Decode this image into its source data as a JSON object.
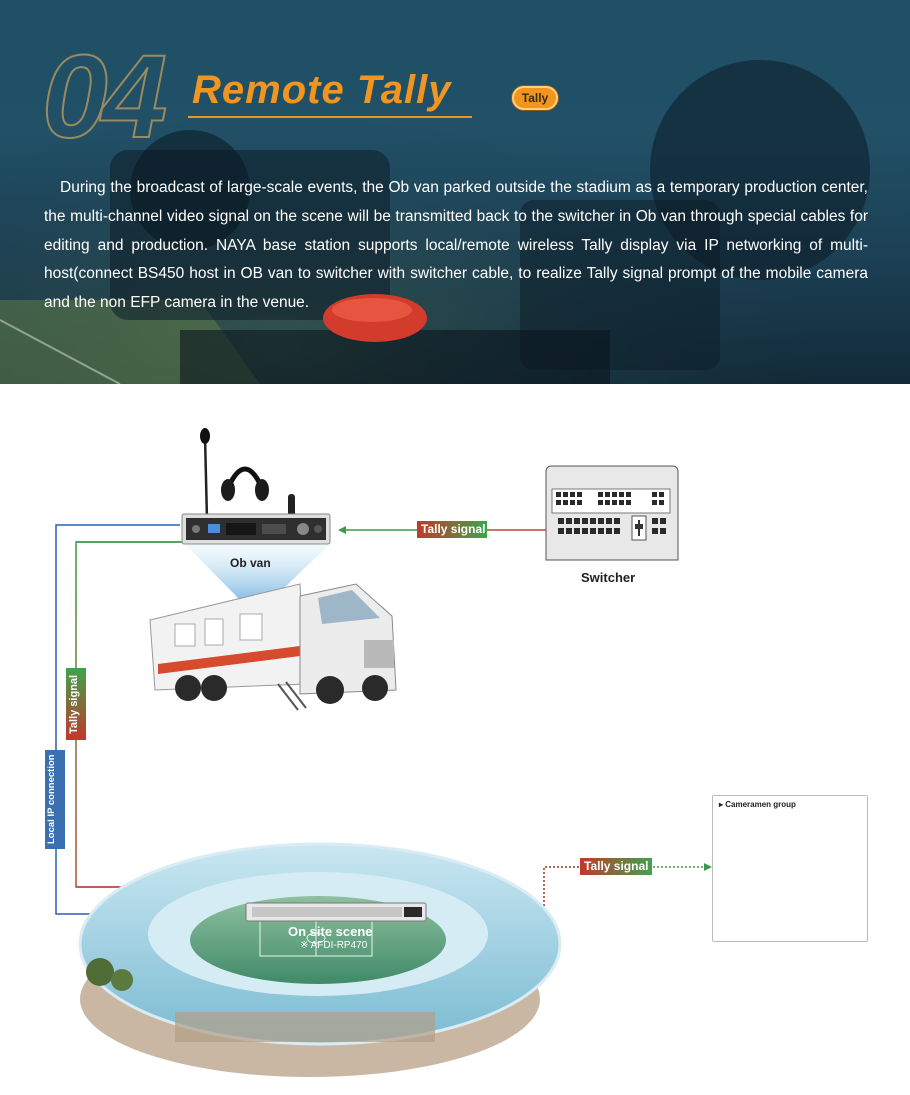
{
  "hero": {
    "number": "04",
    "title": "Remote Tally",
    "badge": "Tally",
    "description": "During the broadcast of large-scale events, the Ob van parked outside the stadium as a temporary production center, the multi-channel video signal on the scene will be transmitted back to the switcher in Ob van through special cables for editing and production. NAYA base station supports local/remote wireless Tally display via IP networking of multi-host(connect BS450 host in OB van to switcher with switcher cable, to  realize Tally signal prompt of the mobile camera and the non EFP camera in the venue."
  },
  "diagram": {
    "ob_van_label": "Ob van",
    "switcher_label": "Switcher",
    "tally_signal_top": "Tally signal",
    "tally_signal_vertical": "Tally signal",
    "local_ip_label": "Local IP connection",
    "tally_signal_right": "Tally signal",
    "onsite_label": "On site scene",
    "onsite_model": "※ AFDI-RP470",
    "cameramen_group": "▸ Cameramen group",
    "colors": {
      "blue_line": "#2a5db8",
      "green_line": "#3a9a4a",
      "red_line": "#b84a3a",
      "tag_gradient_start": "#c0392b",
      "tag_gradient_end": "#3fa34d",
      "ip_tag": "#3a6fb0"
    }
  }
}
